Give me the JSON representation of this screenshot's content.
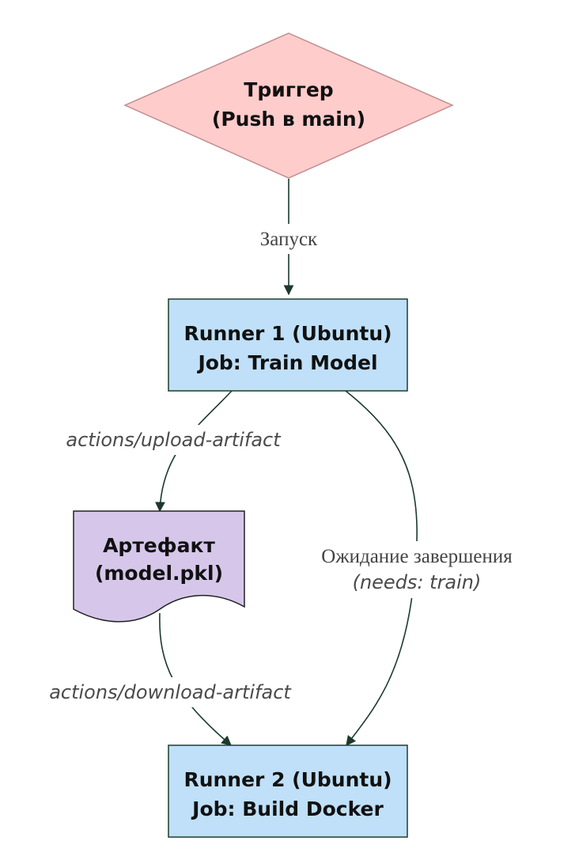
{
  "nodes": {
    "trigger": {
      "line1": "Триггер",
      "line2": "(Push в main)",
      "fill": "#ffcccc",
      "stroke": "#c28d8d"
    },
    "runner1": {
      "line1": "Runner 1 (Ubuntu)",
      "line2": "Job: Train Model",
      "fill": "#bfe0f8",
      "stroke": "#1d3d2c"
    },
    "artifact": {
      "line1": "Артефакт",
      "line2": "(model.pkl)",
      "fill": "#d6c7ea",
      "stroke": "#222222"
    },
    "runner2": {
      "line1": "Runner 2 (Ubuntu)",
      "line2": "Job: Build Docker",
      "fill": "#bfe0f8",
      "stroke": "#1d3d2c"
    }
  },
  "edges": {
    "launch": {
      "label": "Запуск"
    },
    "upload": {
      "label": "actions/upload-artifact"
    },
    "download": {
      "label": "actions/download-artifact"
    },
    "wait": {
      "label": "Ожидание завершения",
      "sublabel": "(needs: train)"
    }
  }
}
